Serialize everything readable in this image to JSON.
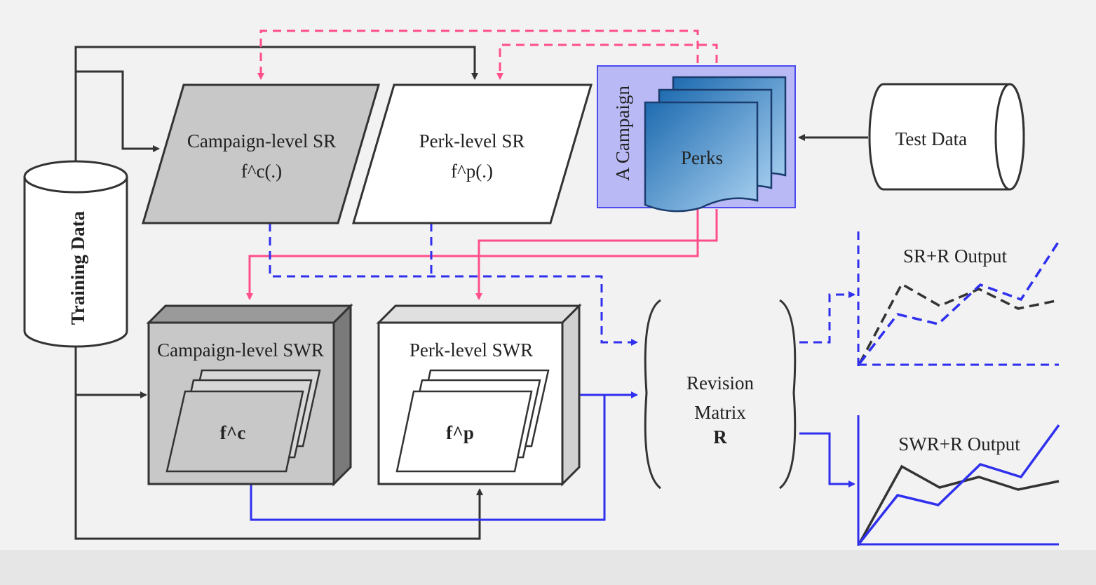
{
  "diagram": {
    "training_data": "Training Data",
    "test_data": "Test Data",
    "campaign_sr": {
      "title": "Campaign-level SR",
      "fn": "f^c(.)"
    },
    "perk_sr": {
      "title": "Perk-level SR",
      "fn": "f^p(.)"
    },
    "campaign_group": {
      "title": "A Campaign",
      "perks": "Perks"
    },
    "campaign_swr": {
      "title": "Campaign-level SWR",
      "fn": "f^c"
    },
    "perk_swr": {
      "title": "Perk-level SWR",
      "fn": "f^p"
    },
    "revision_matrix": {
      "line1": "Revision",
      "line2": "Matrix",
      "line3": "R"
    },
    "outputs": {
      "sr_r": "SR+R Output",
      "swr_r": "SWR+R Output"
    }
  },
  "colors": {
    "black_arrow": "#333333",
    "pink_arrow": "#ff4f8b",
    "blue_arrow": "#2f2fef",
    "gray_box": "#c8c8c8",
    "campaign_bg": "#b9b9f5",
    "perks_fill": "#4a8fc8"
  }
}
